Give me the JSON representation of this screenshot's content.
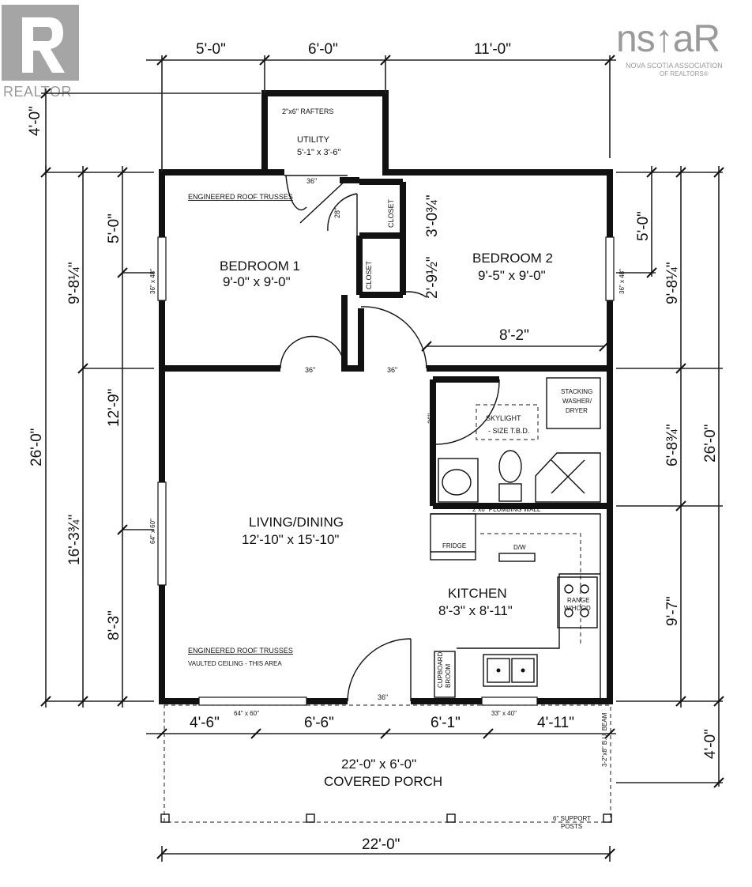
{
  "watermarks": {
    "realtor_word": "REALTOR",
    "nsar_word": "ns↑aR",
    "nsar_sub1": "NOVA SCOTIA ASSOCIATION",
    "nsar_sub2": "OF REALTORS®"
  },
  "dimensions": {
    "top_left": "5'-0\"",
    "top_mid": "6'-0\"",
    "top_right": "11'-0\"",
    "utility_depth": "4'-0\"",
    "left_total": "26'-0\"",
    "left_upper": "9'-8¼\"",
    "left_lower": "16'-3¾\"",
    "left_a": "5'-0\"",
    "left_b": "12'-9\"",
    "left_c": "8'-3\"",
    "right_a": "5'-0\"",
    "right_b": "9'-8¼\"",
    "right_total": "26'-0\"",
    "right_c": "6'-8¾\"",
    "right_d": "9'-7\"",
    "right_porch": "4'-0\"",
    "bottom_a": "4'-6\"",
    "bottom_b": "6'-6\"",
    "bottom_c": "6'-1\"",
    "bottom_d": "4'-11\"",
    "bottom_total": "22'-0\"",
    "closet_a": "3'-0¾\"",
    "closet_b": "2'-9½\"",
    "bedroom2_width": "8'-2\""
  },
  "rooms": {
    "utility_name": "UTILITY",
    "utility_size": "5'-1\" x 3'-6\"",
    "bedroom1_name": "BEDROOM 1",
    "bedroom1_size": "9'-0\" x 9'-0\"",
    "bedroom2_name": "BEDROOM 2",
    "bedroom2_size": "9'-5\" x 9'-0\"",
    "living_name": "LIVING/DINING",
    "living_size": "12'-10\" x 15'-10\"",
    "kitchen_name": "KITCHEN",
    "kitchen_size": "8'-3\" x 8'-11\"",
    "porch_size": "22'-0\" x 6'-0\"",
    "porch_name": "COVERED PORCH"
  },
  "notes": {
    "rafters": "2\"x6\" RAFTERS",
    "trusses_top": "ENGINEERED ROOF TRUSSES",
    "trusses_bottom": "ENGINEERED ROOF TRUSSES",
    "vaulted": "VAULTED CEILING - THIS AREA",
    "closet1": "CLOSET",
    "closet2": "CLOSET",
    "skylight1": "SKYLIGHT",
    "skylight2": "- SIZE T.B.D.",
    "stacking1": "STACKING",
    "stacking2": "WASHER/",
    "stacking3": "DRYER",
    "plumbing_wall": "2\"x6\" PLUMBING WALL",
    "fridge": "FRIDGE",
    "dw": "D/W",
    "range1": "RANGE",
    "range2": "W/HOOD",
    "cupboard1": "CUPBOARD",
    "cupboard2": "BROOM",
    "beam": "3-2\"x8\" B.U. BEAM",
    "posts1": "6\" SUPPORT",
    "posts2": "POSTS"
  },
  "openings": {
    "d_utility": "36\"",
    "d_closet1": "28\"",
    "d_closet2": "28\"",
    "d_bed1": "36\"",
    "d_bed2": "36\"",
    "d_bath": "36\"",
    "d_entry": "36\"",
    "w_bed1": "36\" x 48\"",
    "w_bed2": "36\" x 48\"",
    "w_living_left": "64\" x 60\"",
    "w_front": "64\" x 60\"",
    "w_kitchen": "33\" x 40\""
  }
}
